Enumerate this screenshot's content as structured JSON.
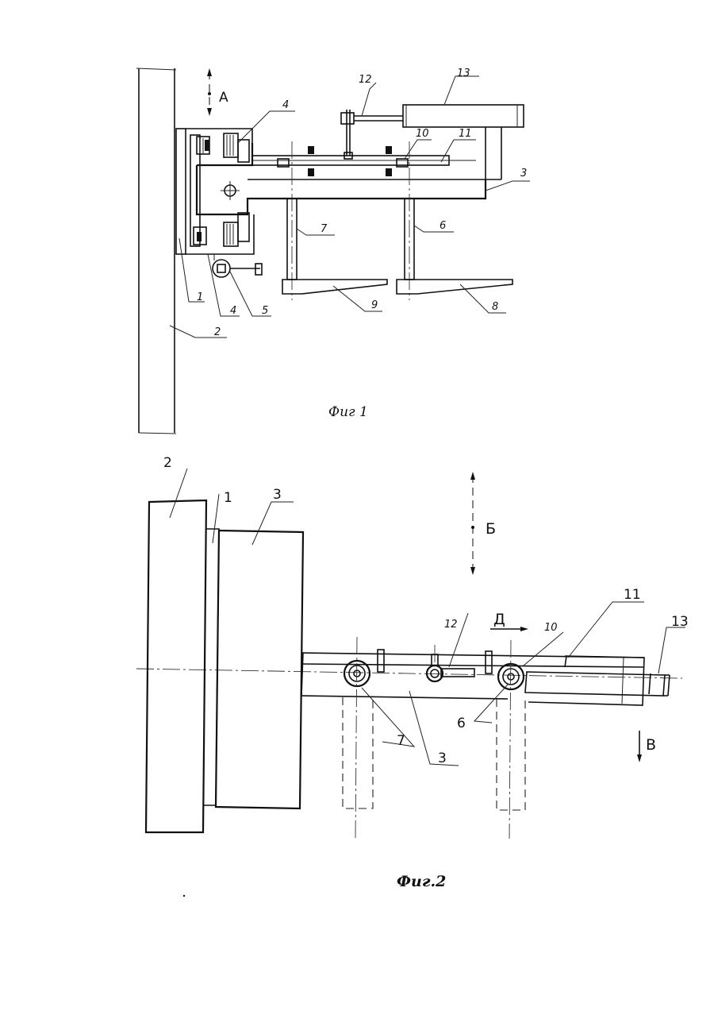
{
  "figure1": {
    "caption": "Фиг 1",
    "arrow_label": "A",
    "labels": {
      "l1": "1",
      "l2": "2",
      "l3": "3",
      "l4a": "4",
      "l4b": "4",
      "l5": "5",
      "l6": "6",
      "l7": "7",
      "l8": "8",
      "l9": "9",
      "l10": "10",
      "l11": "11",
      "l12": "12",
      "l13": "13"
    }
  },
  "figure2": {
    "caption": "Фиг.2",
    "arrow_b": "Б",
    "arrow_v": "В",
    "arrow_d": "Д",
    "labels": {
      "l1": "1",
      "l2": "2",
      "l3a": "3",
      "l3b": "3",
      "l6": "6",
      "l7": "7",
      "l10": "10",
      "l11": "11",
      "l12": "12",
      "l13": "13"
    }
  }
}
